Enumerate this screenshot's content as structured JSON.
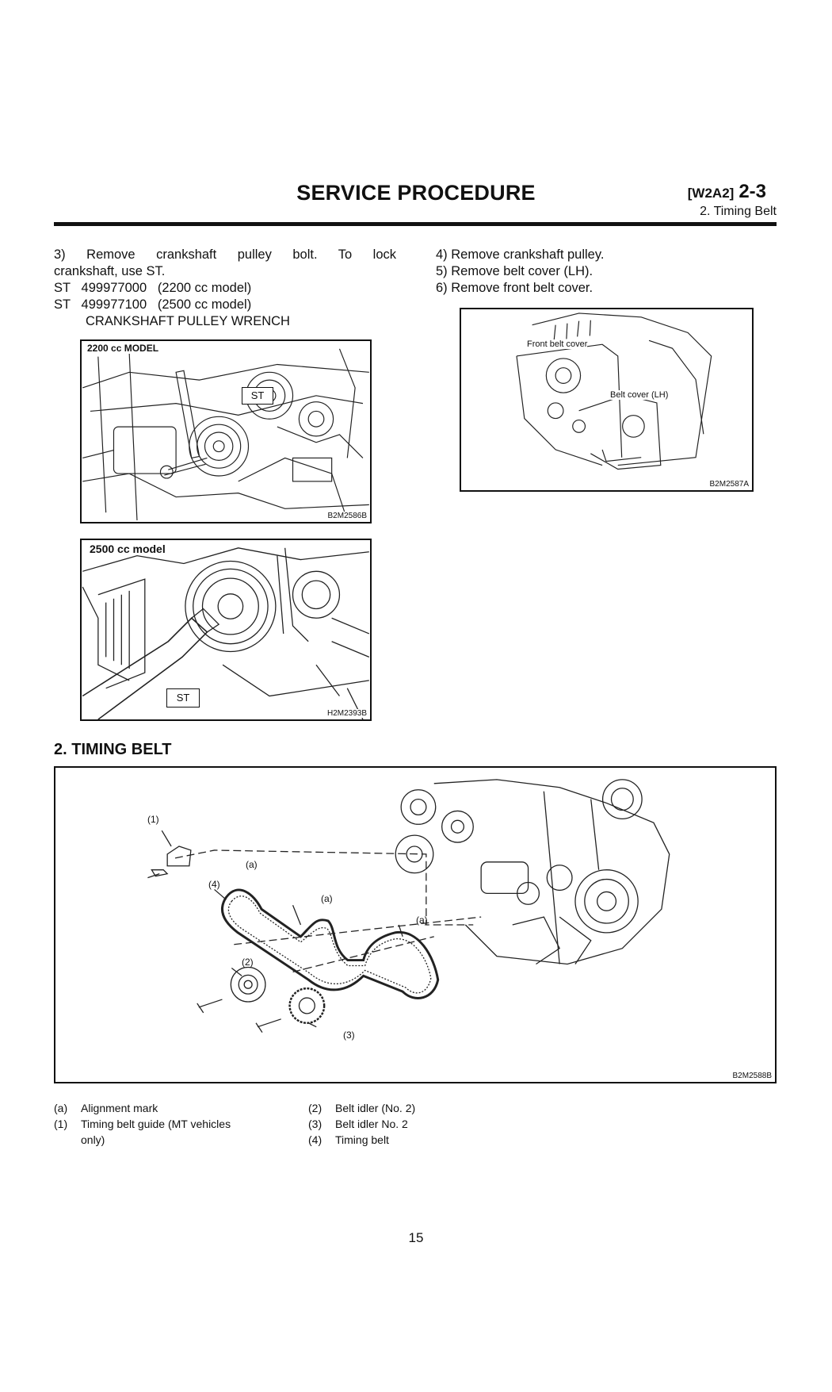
{
  "header": {
    "title": "SERVICE PROCEDURE",
    "code": "[W2A2]",
    "section": "2-3",
    "subtitle": "2. Timing Belt"
  },
  "left_steps": {
    "step3_line1": "3) Remove crankshaft pulley bolt. To lock",
    "step3_line2": "crankshaft, use ST.",
    "st1": "ST   499977000   (2200 cc model)",
    "st2": "ST   499977100   (2500 cc model)",
    "tool": "CRANKSHAFT PULLEY WRENCH"
  },
  "right_steps": {
    "step4": "4) Remove crankshaft pulley.",
    "step5": "5) Remove belt cover (LH).",
    "step6": "6) Remove front belt cover."
  },
  "fig1": {
    "label": "2200 cc MODEL",
    "tag": "ST",
    "code": "B2M2586B"
  },
  "fig2": {
    "label": "2500 cc model",
    "tag": "ST",
    "code": "H2M2393B"
  },
  "fig3": {
    "label_front": "Front belt cover",
    "label_lh": "Belt cover (LH)",
    "code": "B2M2587A"
  },
  "section2": {
    "heading": "2. TIMING BELT"
  },
  "fig4": {
    "code": "B2M2588B",
    "callouts": {
      "c1": "(1)",
      "c2": "(2)",
      "c3": "(3)",
      "c4": "(4)",
      "a1": "(a)",
      "a2": "(a)",
      "a3": "(a)"
    }
  },
  "legend": {
    "left": [
      {
        "key": "(a)",
        "text": "Alignment mark"
      },
      {
        "key": "(1)",
        "text": "Timing belt guide (MT vehicles"
      },
      {
        "key": "",
        "text": "only)"
      }
    ],
    "right": [
      {
        "key": "(2)",
        "text": "Belt idler (No. 2)"
      },
      {
        "key": "(3)",
        "text": "Belt idler No. 2"
      },
      {
        "key": "(4)",
        "text": "Timing belt"
      }
    ]
  },
  "page_number": "15"
}
